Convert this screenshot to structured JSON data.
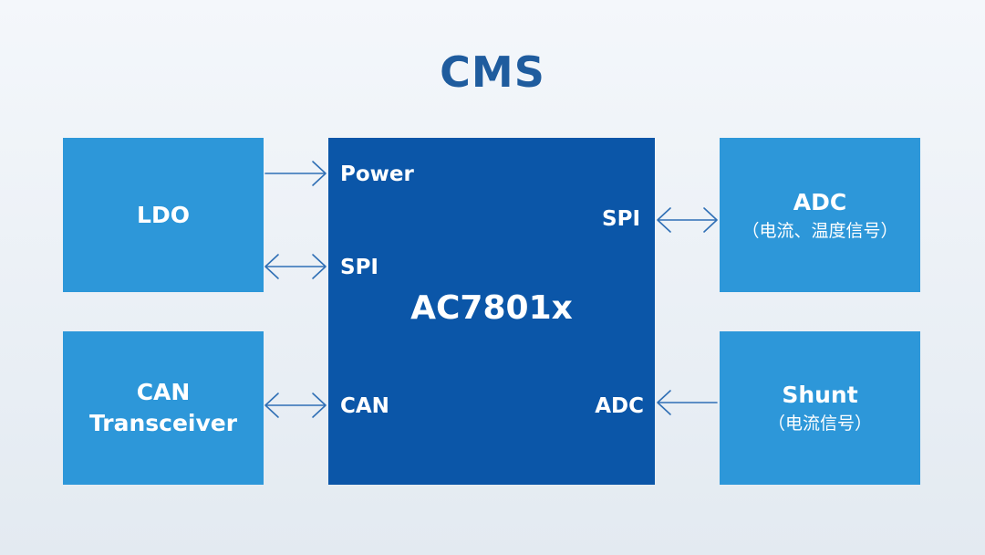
{
  "title": "CMS",
  "chip": {
    "name": "AC7801x",
    "pins": {
      "power": "Power",
      "spi_left": "SPI",
      "can": "CAN",
      "spi_right": "SPI",
      "adc": "ADC"
    }
  },
  "blocks": {
    "ldo": {
      "label": "LDO"
    },
    "can_transceiver": {
      "line1": "CAN",
      "line2": "Transceiver"
    },
    "adc": {
      "label": "ADC",
      "sub": "（电流、温度信号）"
    },
    "shunt": {
      "label": "Shunt",
      "sub": "（电流信号）"
    }
  },
  "colors": {
    "title": "#1f5c9e",
    "peripheral_block": "#2d97d9",
    "chip": "#0b56a8",
    "arrow": "#2f6fb5",
    "background": "#eef2f7"
  },
  "connections": [
    {
      "from": "LDO",
      "to": "Power",
      "direction": "one-way"
    },
    {
      "from": "LDO",
      "to": "SPI",
      "direction": "bidirectional"
    },
    {
      "from": "CAN Transceiver",
      "to": "CAN",
      "direction": "bidirectional"
    },
    {
      "from": "SPI",
      "to": "ADC",
      "direction": "bidirectional"
    },
    {
      "from": "Shunt",
      "to": "ADC",
      "direction": "one-way"
    }
  ]
}
